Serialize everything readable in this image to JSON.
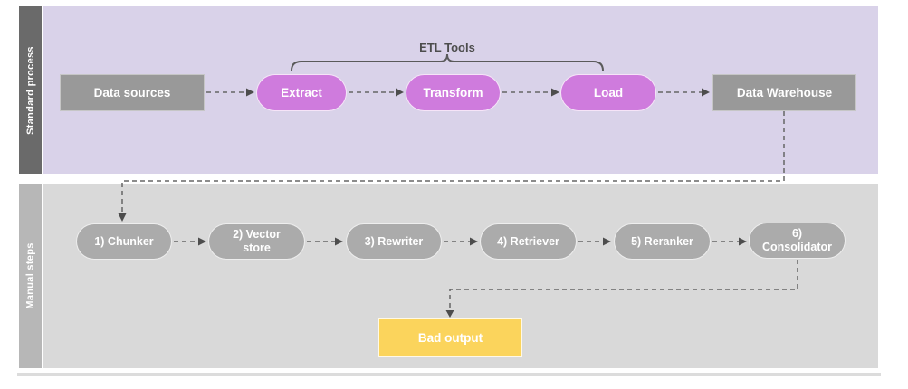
{
  "diagram": {
    "lane_standard": {
      "label": "Standard process",
      "bracket_label": "ETL Tools",
      "nodes": {
        "data_sources": "Data sources",
        "extract": "Extract",
        "transform": "Transform",
        "load": "Load",
        "data_warehouse": "Data Warehouse"
      }
    },
    "lane_manual": {
      "label": "Manual steps",
      "steps": [
        "1) Chunker",
        "2) Vector store",
        "3) Rewriter",
        "4) Retriever",
        "5) Reranker",
        "6) Consolidator"
      ],
      "bad_output": "Bad output"
    },
    "colors": {
      "lane_standard_bg": "#d9d2e9",
      "lane_standard_tab": "#6a6a6a",
      "lane_manual_bg": "#d9d9d9",
      "lane_manual_tab": "#b7b7b7",
      "process_box": "#999999",
      "etl_pill": "#cf7bdd",
      "manual_pill": "#ababab",
      "bad_output_box": "#fbd45c",
      "connector": "#666666"
    }
  }
}
